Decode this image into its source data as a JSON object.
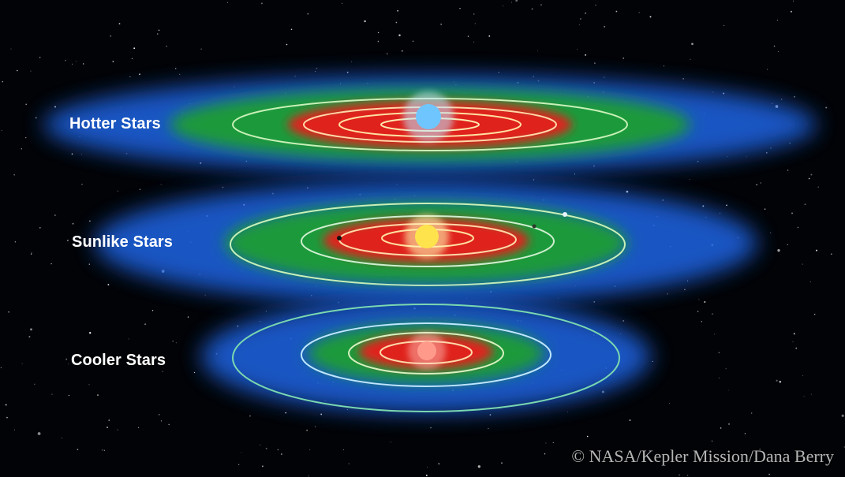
{
  "rows": [
    {
      "label": "Hotter Stars",
      "star_color": "#6fc6ff",
      "star_halo": "#bfe8ff"
    },
    {
      "label": "Sunlike Stars",
      "star_color": "#ffe34d",
      "star_halo": "#fff6b0"
    },
    {
      "label": "Cooler Stars",
      "star_color": "#ff9a8a",
      "star_halo": "#ffd0c4"
    }
  ],
  "zone_colors": {
    "too_hot": "#e0201a",
    "habitable": "#1f9a3a",
    "too_cold": "#1a5fd8"
  },
  "credit": "© NASA/Kepler Mission/Dana Berry"
}
